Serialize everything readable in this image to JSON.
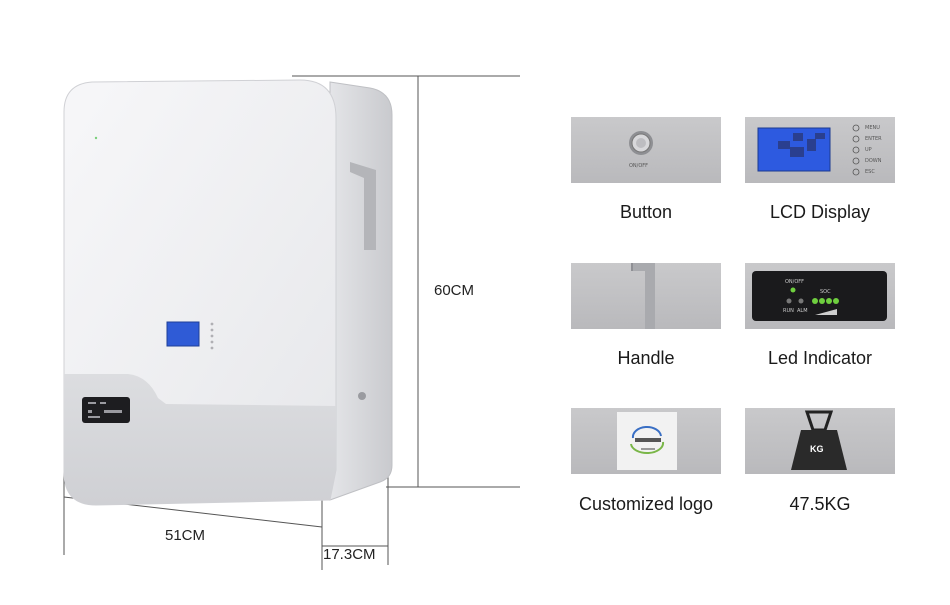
{
  "dimensions": {
    "height": "60CM",
    "width": "51CM",
    "depth": "17.3CM"
  },
  "features": [
    {
      "caption": "Button",
      "icon": "power-button-icon",
      "detail": "ON/OFF"
    },
    {
      "caption": "LCD Display",
      "icon": "lcd-screen-icon",
      "menu": [
        "MENU",
        "ENTER",
        "UP",
        "DOWN",
        "ESC"
      ]
    },
    {
      "caption": "Handle",
      "icon": "handle-icon"
    },
    {
      "caption": "Led Indicator",
      "icon": "led-indicator-icon",
      "labels": {
        "power": "ON/OFF",
        "soc": "SOC",
        "run": "RUN",
        "alm": "ALM"
      }
    },
    {
      "caption": "Customized logo",
      "icon": "logo-icon"
    },
    {
      "caption": "47.5KG",
      "icon": "weight-icon",
      "weight_label": "KG"
    }
  ],
  "colors": {
    "battery_body": "#eeeff2",
    "battery_side": "#d7d8dc",
    "lcd_blue": "#2f5bd6",
    "led_green": "#6fcf3f",
    "thumb_gray": "#c2c2c5"
  }
}
